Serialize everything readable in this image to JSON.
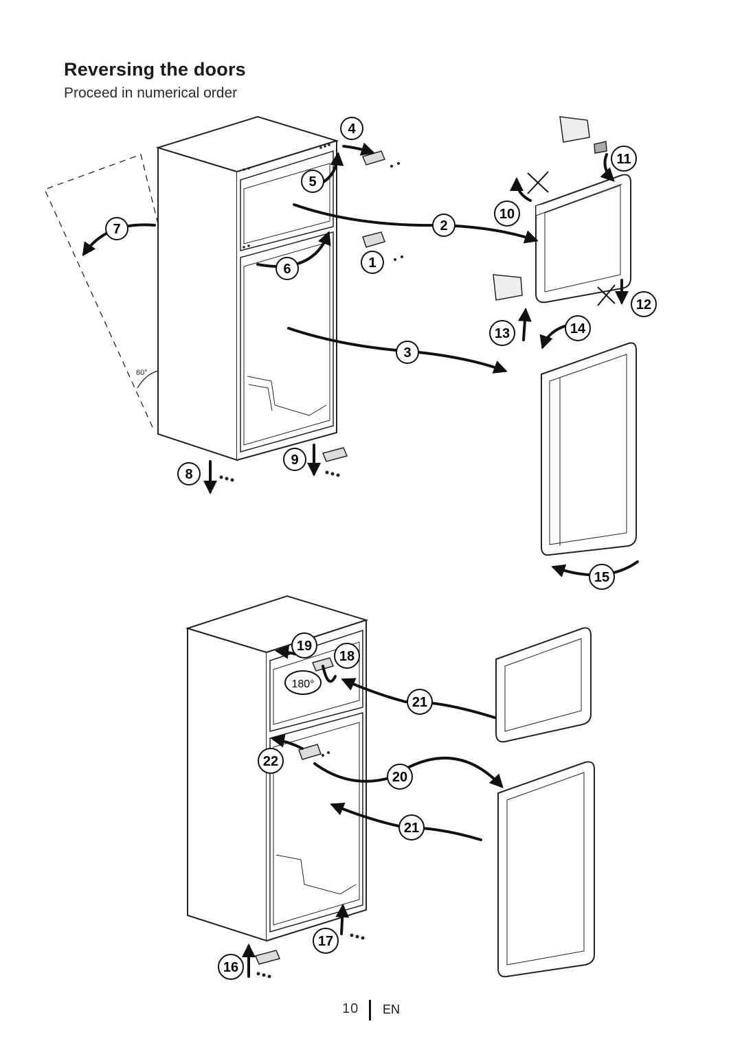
{
  "header": {
    "title": "Reversing the doors",
    "subtitle": "Proceed in numerical order"
  },
  "diagram_top": {
    "angle_label": "60°",
    "steps": [
      "1",
      "2",
      "3",
      "4",
      "5",
      "6",
      "7",
      "8",
      "9",
      "10",
      "11",
      "12",
      "13",
      "14",
      "15"
    ]
  },
  "diagram_bottom": {
    "rotation_label": "180°",
    "steps": [
      "16",
      "17",
      "18",
      "19",
      "20",
      "21",
      "21",
      "22"
    ]
  },
  "footer": {
    "page_number": "10",
    "language": "EN"
  }
}
